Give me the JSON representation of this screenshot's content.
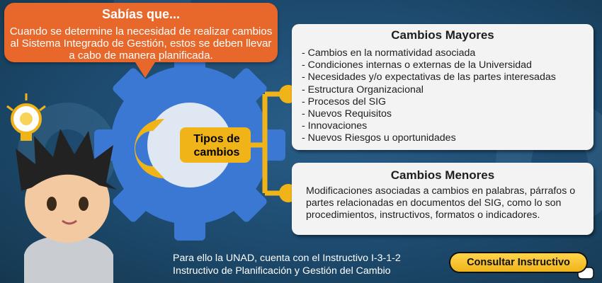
{
  "callout": {
    "title": "Sabías que...",
    "text": "Cuando se determine la necesidad de realizar cambios al Sistema Integrado de Gestión, estos se deben llevar a cabo de manera planificada."
  },
  "center": {
    "label": "Tipos de cambios"
  },
  "mayores": {
    "title": "Cambios Mayores",
    "items": [
      "- Cambios en la normatividad asociada",
      "- Condiciones internas o externas de la  Universidad",
      "- Necesidades y/o expectativas de las partes interesadas",
      "- Estructura Organizacional",
      "- Procesos del SIG",
      "- Nuevos Requisitos",
      "- Innovaciones",
      "- Nuevos Riesgos u oportunidades"
    ]
  },
  "menores": {
    "title": "Cambios Menores",
    "text": "Modificaciones asociadas a cambios en palabras, párrafos o partes relacionadas en documentos del SIG, como lo son procedimientos, instructivos, formatos o indicadores."
  },
  "footer": {
    "line1": "Para ello la UNAD, cuenta con el Instructivo I-3-1-2",
    "line2": "Instructivo de Planificación y Gestión del Cambio",
    "button_label": "Consultar Instructivo"
  },
  "colors": {
    "background": "#1d4a6e",
    "gear": "#3a78d4",
    "bubble": "#e8672a",
    "accent": "#f0b418"
  }
}
